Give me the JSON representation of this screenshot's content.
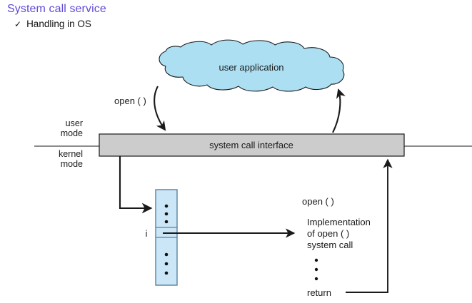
{
  "slide": {
    "title": "System call service",
    "title_color": "#5f4bd8",
    "bullet": {
      "marker": "check-icon",
      "marker_glyph": "✓",
      "text": "Handling in OS"
    }
  },
  "diagram": {
    "colors": {
      "cloud_fill": "#addff3",
      "cloud_stroke": "#1a1a1a",
      "bar_fill": "#cccccc",
      "bar_stroke": "#1a1a1a",
      "table_fill": "#cbe7f7",
      "table_stroke": "#5b7f9e",
      "line": "#1a1a1a"
    },
    "cloud": {
      "label": "user application"
    },
    "bar": {
      "label": "system call interface"
    },
    "mode_labels": {
      "user_line1": "user",
      "user_line2": "mode",
      "kernel_line1": "kernel",
      "kernel_line2": "mode"
    },
    "call_label": "open ( )",
    "table": {
      "index_label": "i",
      "dots_above": 3,
      "dots_below": 3
    },
    "impl": {
      "open_label": "open ( )",
      "line1": "Implementation",
      "line2": "of open ( )",
      "line3": "system call",
      "dots": 3,
      "return_label": "return"
    }
  }
}
